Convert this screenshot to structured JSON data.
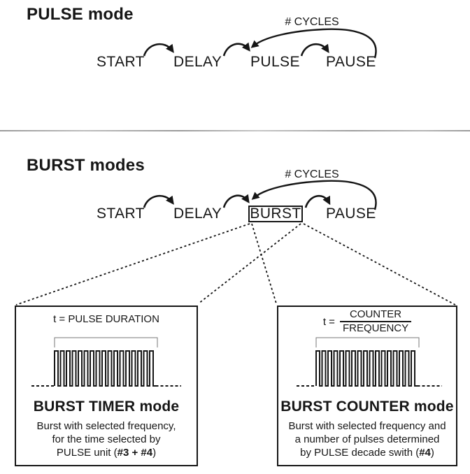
{
  "pulse_section": {
    "title": "PULSE mode",
    "cycles_label": "# CYCLES",
    "states": [
      "START",
      "DELAY",
      "PULSE",
      "PAUSE"
    ]
  },
  "burst_section": {
    "title": "BURST modes",
    "cycles_label": "# CYCLES",
    "states": [
      "START",
      "DELAY",
      "BURST",
      "PAUSE"
    ]
  },
  "timer_box": {
    "formula": "t = PULSE DURATION",
    "mode_title": "BURST TIMER mode",
    "desc1": "Burst with selected frequency,",
    "desc2": "for the time selected by",
    "desc3_pre": "PULSE unit (",
    "desc3_bold": "#3 + #4",
    "desc3_post": ")"
  },
  "counter_box": {
    "formula_prefix": "t =",
    "formula_numerator": "COUNTER",
    "formula_denominator": "FREQUENCY",
    "mode_title": "BURST COUNTER mode",
    "desc1": "Burst with selected frequency and",
    "desc2": "a number of pulses determined",
    "desc3_pre": "by PULSE decade swith (",
    "desc3_bold": "#4",
    "desc3_post": ")"
  },
  "colors": {
    "ink": "#161616",
    "divider": "#a6a6a6",
    "bracket": "#777777"
  }
}
